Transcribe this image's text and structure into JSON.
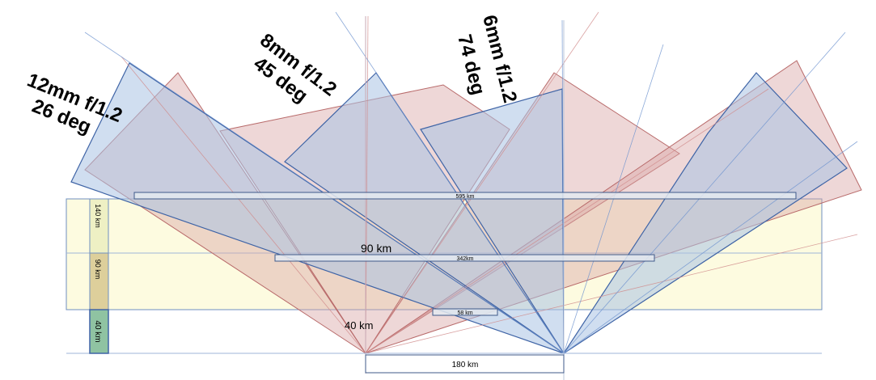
{
  "lenses": [
    {
      "id": "12mm",
      "line1": "12mm f/1.2",
      "line2": "26 deg"
    },
    {
      "id": "8mm",
      "line1": "8mm f/1.2",
      "line2": "45 deg"
    },
    {
      "id": "6mm",
      "line1": "6mm f/1.2",
      "line2": "74 deg"
    }
  ],
  "altitude_bands": [
    "140 km",
    "90 km",
    "40 km"
  ],
  "widths": {
    "top": "595 km",
    "middle": "342km",
    "bottom": "58 km",
    "baseline": "180 km"
  },
  "labels": {
    "ninety": "90 km",
    "forty": "40 km"
  },
  "colors": {
    "blue_fill": "#a9c3e3",
    "blue_stroke": "#3f64a6",
    "red_fill": "#d9a7a7",
    "red_stroke": "#b86a6a",
    "band_fill": "#fdfbe0",
    "band_stroke": "#6f8fc0",
    "band_140": "#eef0c4",
    "band_90": "#ddcf9b",
    "band_40": "#8fc3a2"
  }
}
